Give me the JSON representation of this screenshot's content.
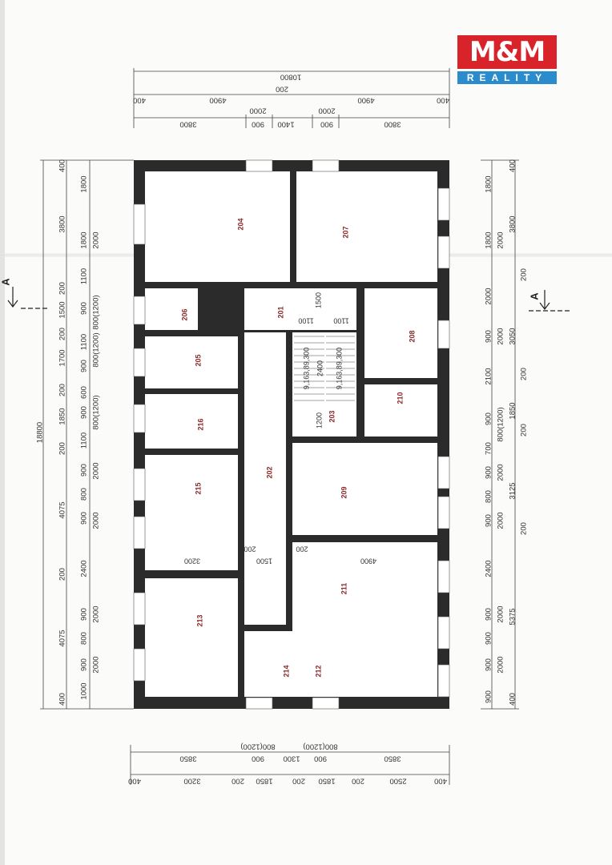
{
  "logo": {
    "top": "M&M",
    "bottom": "REALITY",
    "colors": {
      "red": "#d8232a",
      "blue": "#2a8ccc"
    }
  },
  "dimensions": {
    "top": [
      "10800",
      "400",
      "4900",
      "200",
      "4900",
      "400",
      "3800",
      "900",
      "2000",
      "1400",
      "900",
      "2000",
      "3800"
    ],
    "bottom": [
      "3850",
      "900",
      "800(1200)",
      "1300",
      "900",
      "800(1200)",
      "3850",
      "400",
      "3200",
      "200",
      "1850",
      "200",
      "1850",
      "200",
      "2500",
      "400"
    ],
    "left": [
      "18800",
      "400",
      "3800",
      "200",
      "1500",
      "200",
      "1700",
      "200",
      "1850",
      "200",
      "4075",
      "200",
      "4075",
      "400",
      "1800",
      "1800",
      "1100",
      "900",
      "1100",
      "900",
      "600",
      "900",
      "1100",
      "900",
      "800",
      "900",
      "2400",
      "900",
      "800",
      "900",
      "1000",
      "2000",
      "800(1200)",
      "800(1200)",
      "800(1200)",
      "2000",
      "2000",
      "2000",
      "2000"
    ],
    "right": [
      "1800",
      "1800",
      "2000",
      "900",
      "2100",
      "900",
      "700",
      "900",
      "800",
      "900",
      "2400",
      "900",
      "900",
      "900",
      "900",
      "2000",
      "2000",
      "800(1200)",
      "2000",
      "2000",
      "2000",
      "2000",
      "400",
      "3800",
      "200",
      "3050",
      "200",
      "1850",
      "200",
      "3125",
      "200",
      "5375",
      "400"
    ]
  },
  "rooms": [
    "204",
    "207",
    "206",
    "201",
    "208",
    "205",
    "216",
    "203",
    "210",
    "202",
    "215",
    "209",
    "211",
    "213",
    "214",
    "212"
  ],
  "annotations": [
    "1500",
    "1100",
    "1100",
    "9,163,89,300",
    "2400",
    "9,163,89,300",
    "1200",
    "3200",
    "200",
    "1500",
    "200",
    "4900"
  ],
  "section_marks": [
    "A",
    "A"
  ],
  "colors": {
    "wall": "#2b2b2b",
    "room_label": "#8a2b2b"
  }
}
